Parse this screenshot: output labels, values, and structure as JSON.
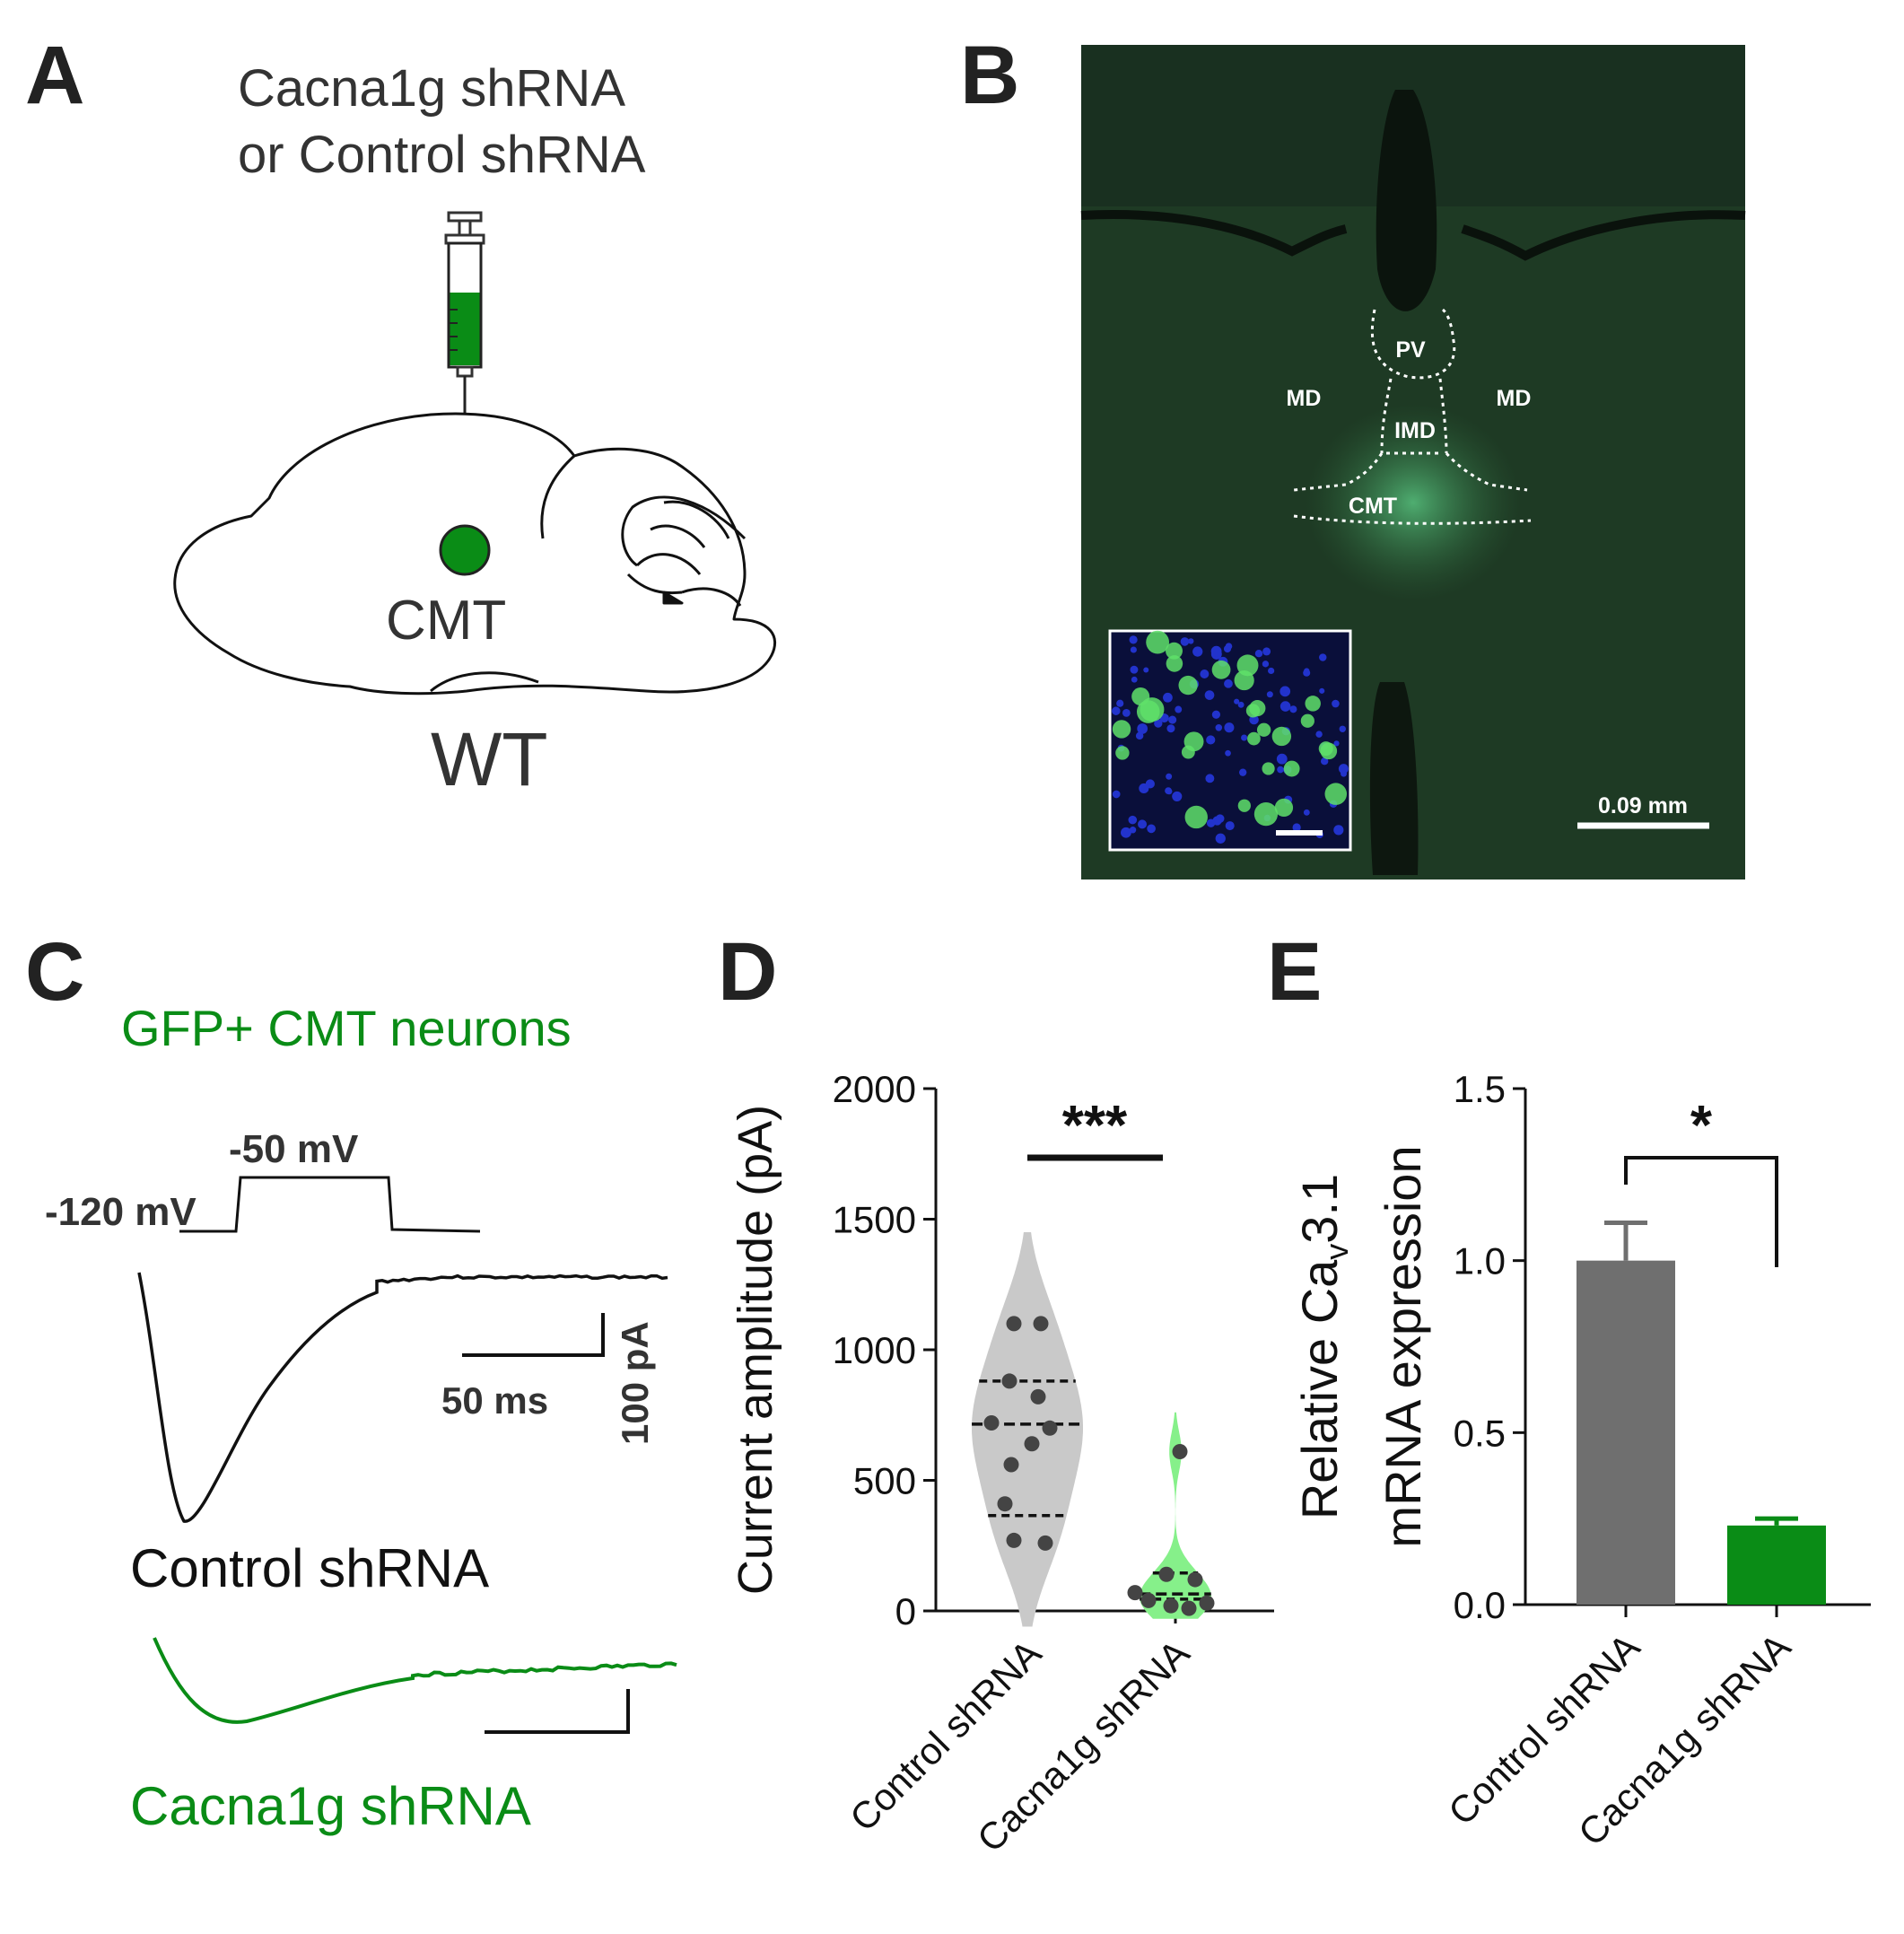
{
  "panels": {
    "a": "A",
    "b": "B",
    "c": "C",
    "d": "D",
    "e": "E"
  },
  "panelA": {
    "injection_line1": "Cacna1g shRNA",
    "injection_line2": "or Control shRNA",
    "target": "CMT",
    "genotype": "WT"
  },
  "panelB": {
    "regions": {
      "pv": "PV",
      "md_left": "MD",
      "md_right": "MD",
      "imd": "IMD",
      "cmt": "CMT"
    },
    "scalebar": "0.09 mm"
  },
  "panelC": {
    "title": "GFP+ CMT neurons",
    "hold_voltage": "-120 mV",
    "step_voltage": "-50 mV",
    "time_scale": "50 ms",
    "current_scale": "100 pA",
    "control_label": "Control shRNA",
    "knockdown_label": "Cacna1g shRNA"
  },
  "chart_data": [
    {
      "type": "violin",
      "panel": "D",
      "ylabel": "Current amplitude (pA)",
      "ylim": [
        0,
        2000
      ],
      "yticks": [
        0,
        500,
        1000,
        1500,
        2000
      ],
      "categories": [
        "Control shRNA",
        "Cacna1g shRNA"
      ],
      "colors": [
        "#c9c9c9",
        "#86f08a"
      ],
      "points": [
        [
          1100,
          1100,
          880,
          820,
          720,
          700,
          640,
          560,
          410,
          270,
          260
        ],
        [
          610,
          140,
          120,
          70,
          40,
          30,
          20,
          10
        ]
      ],
      "quartiles": [
        [
          365,
          715,
          880
        ],
        [
          45,
          65,
          145
        ]
      ],
      "significance": "***"
    },
    {
      "type": "bar",
      "panel": "E",
      "ylabel_line1": "Relative Ca",
      "ylabel_sub": "v",
      "ylabel_sup": "3.1",
      "ylabel_line2": "mRNA expression",
      "ylim": [
        0,
        1.5
      ],
      "yticks": [
        "0.0",
        "0.5",
        "1.0",
        "1.5"
      ],
      "categories": [
        "Control shRNA",
        "Cacna1g shRNA"
      ],
      "values": [
        1.0,
        0.23
      ],
      "errors": [
        0.11,
        0.02
      ],
      "colors": [
        "#6f6f6f",
        "#0a8c16"
      ],
      "significance": "*"
    }
  ]
}
